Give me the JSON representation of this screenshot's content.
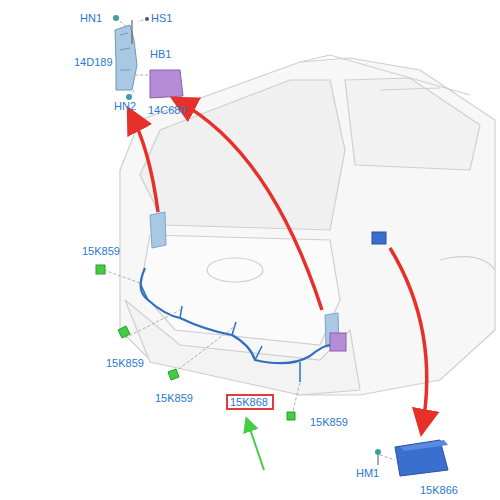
{
  "diagram": {
    "nodes": [
      {
        "text": [
          "15K868"
        ]
      }
    ],
    "edges": [],
    "labels": [
      "HN1",
      "HS1",
      "14D189",
      "HB1",
      "HN2",
      "14C689",
      "15K859",
      "15K859",
      "15K859",
      "15K859",
      "HM1",
      "15K866"
    ]
  }
}
